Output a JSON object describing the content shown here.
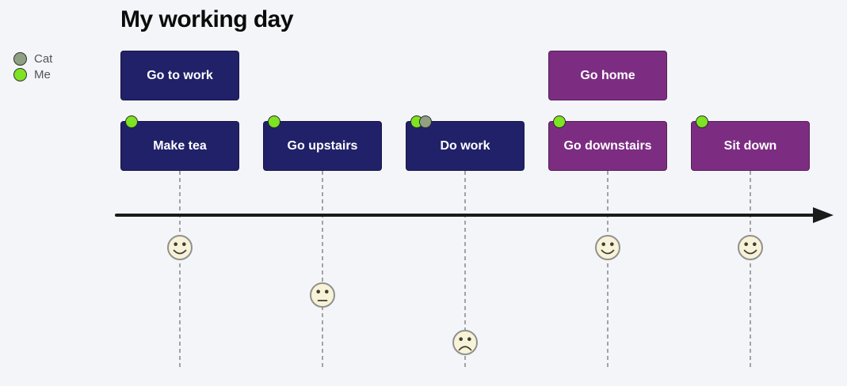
{
  "title": "My working day",
  "legend": [
    {
      "label": "Cat",
      "color": "#90a083"
    },
    {
      "label": "Me",
      "color": "#7de322"
    }
  ],
  "sections": [
    {
      "label": "Go to work",
      "color": "#212169"
    },
    {
      "label": "Go home",
      "color": "#7c2d82"
    }
  ],
  "tasks": [
    {
      "label": "Make tea",
      "section": 0,
      "score": 5,
      "face": "happy",
      "actors": [
        "Me"
      ]
    },
    {
      "label": "Go upstairs",
      "section": 0,
      "score": 3,
      "face": "neutral",
      "actors": [
        "Me"
      ]
    },
    {
      "label": "Do work",
      "section": 0,
      "score": 1,
      "face": "sad",
      "actors": [
        "Me",
        "Cat"
      ]
    },
    {
      "label": "Go downstairs",
      "section": 1,
      "score": 5,
      "face": "happy",
      "actors": [
        "Me"
      ]
    },
    {
      "label": "Sit down",
      "section": 1,
      "score": 5,
      "face": "happy",
      "actors": [
        "Me"
      ]
    }
  ],
  "actor_colors": {
    "Me": "#7de322",
    "Cat": "#90a083"
  },
  "colors": {
    "background": "#f4f5f8",
    "arrow": "#1b1b1b",
    "face_fill": "#f8f3d6",
    "face_stroke": "#909090",
    "face_feature": "#3c3c3c",
    "dashed_line": "#a3a3a3",
    "legend_text": "#555555"
  }
}
